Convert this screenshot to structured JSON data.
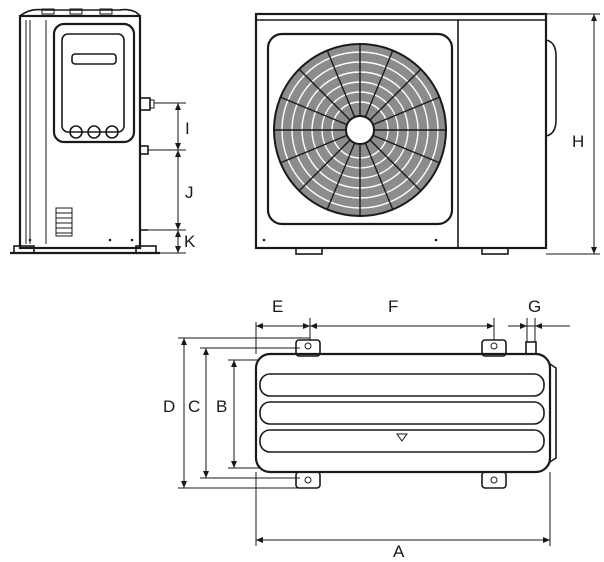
{
  "labels": {
    "I": "I",
    "J": "J",
    "K": "K",
    "H": "H",
    "E": "E",
    "F": "F",
    "G": "G",
    "D": "D",
    "C": "C",
    "B": "B",
    "A": "A"
  },
  "colors": {
    "line": "#1a1a1a",
    "background": "#ffffff",
    "fan_fill": "#8c8c8c"
  }
}
